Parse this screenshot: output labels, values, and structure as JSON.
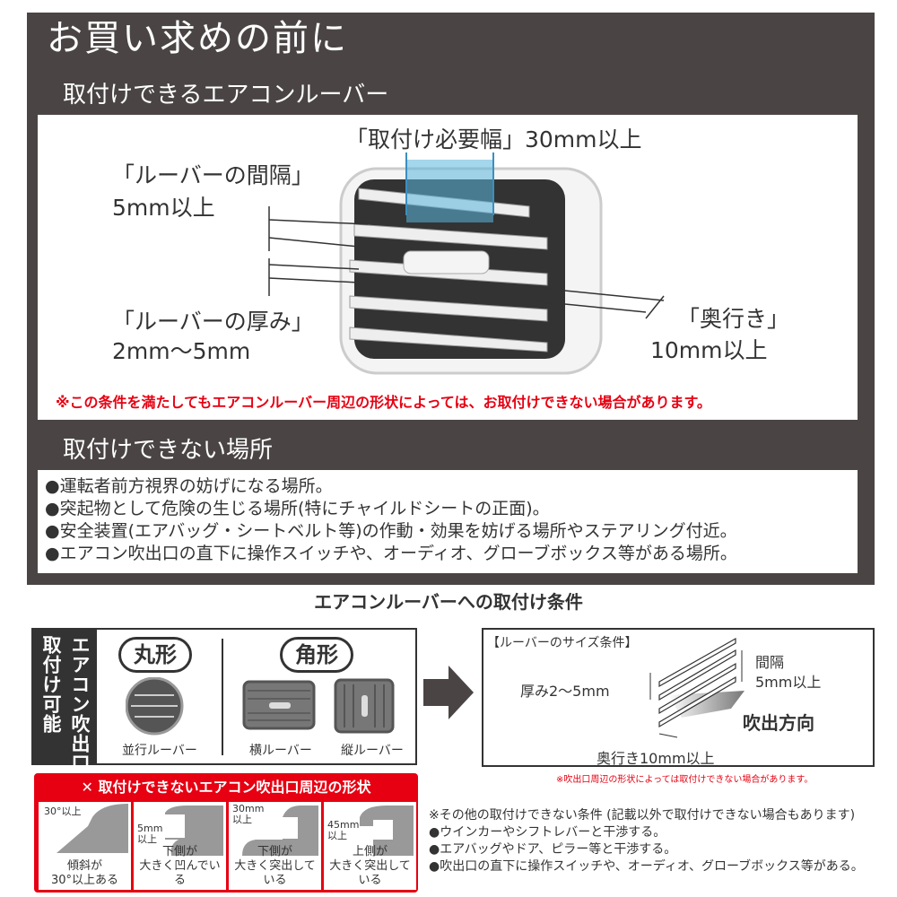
{
  "title": "お買い求めの前に",
  "section_installable": {
    "heading": "取付けできるエアコンルーバー",
    "width_label": "「取付け必要幅」30mm以上",
    "gap_label": "「ルーバーの間隔」",
    "gap_value": "5mm以上",
    "thickness_label": "「ルーバーの厚み」",
    "thickness_value": "2mm〜5mm",
    "depth_label": "「奥行き」",
    "depth_value": "10mm以上",
    "note": "※この条件を満たしてもエアコンルーバー周辺の形状によっては、お取付けできない場合があります。"
  },
  "section_not_installable": {
    "heading": "取付けできない場所",
    "items": [
      "●運転者前方視界の妨げになる場所。",
      "●突起物として危険の生じる場所(特にチャイルドシートの正面)。",
      "●安全装置(エアバッグ・シートベルト等)の作動・効果を妨げる場所やステアリング付近。",
      "●エアコン吹出口の直下に操作スイッチや、オーディオ、グローブボックス等がある場所。"
    ]
  },
  "conditions_caption": "エアコンルーバーへの取付け条件",
  "vent_types": {
    "band_label_1": "取付け可能",
    "band_label_2": "エアコン吹出口",
    "round": "丸形",
    "square": "角形",
    "parallel": "並行ルーバー",
    "horizontal": "横ルーバー",
    "vertical": "縦ルーバー"
  },
  "size_conditions": {
    "heading": "【ルーバーのサイズ条件】",
    "thickness": "厚み2〜5mm",
    "gap_label": "間隔",
    "gap_value": "5mm以上",
    "direction": "吹出方向",
    "depth": "奥行き10mm以上",
    "note": "※吹出口周辺の形状によっては取付けできない場合があります。"
  },
  "bad_shapes": {
    "heading": "取付けできないエアコン吹出口周辺の形状",
    "cells": [
      {
        "dim": "30°以上",
        "line1": "傾斜が",
        "line2": "30°以上ある"
      },
      {
        "dim": "5mm\n以上",
        "line1": "下側が",
        "line2": "大きく凹んでいる"
      },
      {
        "dim": "30mm\n以上",
        "line1": "下側が",
        "line2": "大きく突出している"
      },
      {
        "dim": "45mm\n以上",
        "line1": "上側が",
        "line2": "大きく突出している"
      }
    ]
  },
  "other_conditions": {
    "heading": "※その他の取付けできない条件 (記載以外で取付けできない場合もあります)",
    "items": [
      "●ウインカーやシフトレバーと干渉する。",
      "●エアバッグやドア、ピラー等と干渉する。",
      "●吹出口の直下に操作スイッチや、オーディオ、グローブボックス等がある。"
    ]
  },
  "colors": {
    "dark": "#4a4544",
    "red": "#e60012",
    "blue": "#5ab4dc"
  }
}
